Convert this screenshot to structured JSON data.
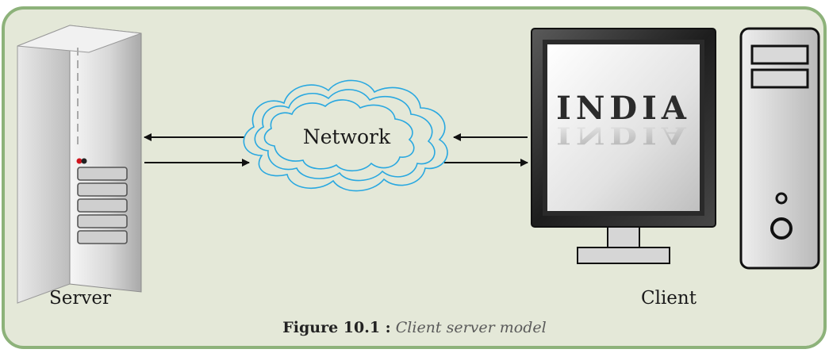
{
  "panel": {
    "background_color": "#e4e8d8",
    "border_color": "#8db27a"
  },
  "network": {
    "label": "Network",
    "cloud_color": "#29a8e0"
  },
  "server": {
    "label": "Server"
  },
  "client": {
    "label": "Client",
    "screen_text": "INDIA"
  },
  "caption": {
    "figure_number": "Figure 10.1 :",
    "title": "Client server model"
  }
}
